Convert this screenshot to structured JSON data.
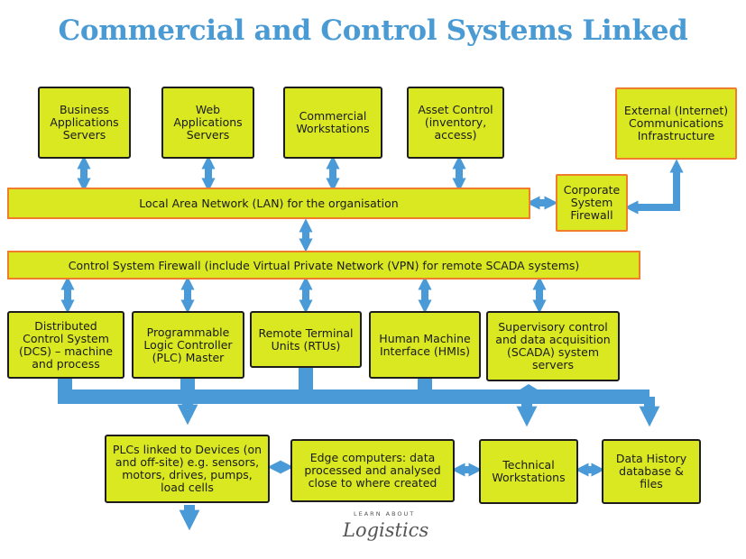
{
  "title": "Commercial and Control Systems Linked",
  "colors": {
    "title": "#4a9bd4",
    "box_fill": "#d9e821",
    "box_border": "#1d1d1d",
    "firewall_border": "#f07d2a",
    "arrow": "#4a9ad8"
  },
  "top_row": {
    "business": "Business Applications Servers",
    "web": "Web Applications Servers",
    "commercial": "Commercial Workstations",
    "asset": "Asset Control (inventory, access)"
  },
  "external": "External (Internet) Communications Infrastructure",
  "corporate_firewall": "Corporate System Firewall",
  "lan": "Local Area Network (LAN) for the organisation",
  "control_firewall": "Control System Firewall (include Virtual Private Network (VPN) for remote SCADA systems)",
  "control_row": {
    "dcs": "Distributed Control System (DCS) – machine and process",
    "plc_master": "Programmable Logic Controller (PLC) Master",
    "rtu": "Remote Terminal Units (RTUs)",
    "hmi": "Human Machine Interface (HMIs)",
    "scada": "Supervisory control and data acquisition (SCADA) system servers"
  },
  "bottom_row": {
    "plcs": "PLCs linked to Devices (on and off-site) e.g. sensors, motors, drives, pumps, load cells",
    "edge": "Edge computers: data processed and analysed close to where created",
    "technical": "Technical Workstations",
    "history": "Data History database & files"
  },
  "logo": {
    "top": "LEARN ABOUT",
    "bottom": "Logistics"
  }
}
